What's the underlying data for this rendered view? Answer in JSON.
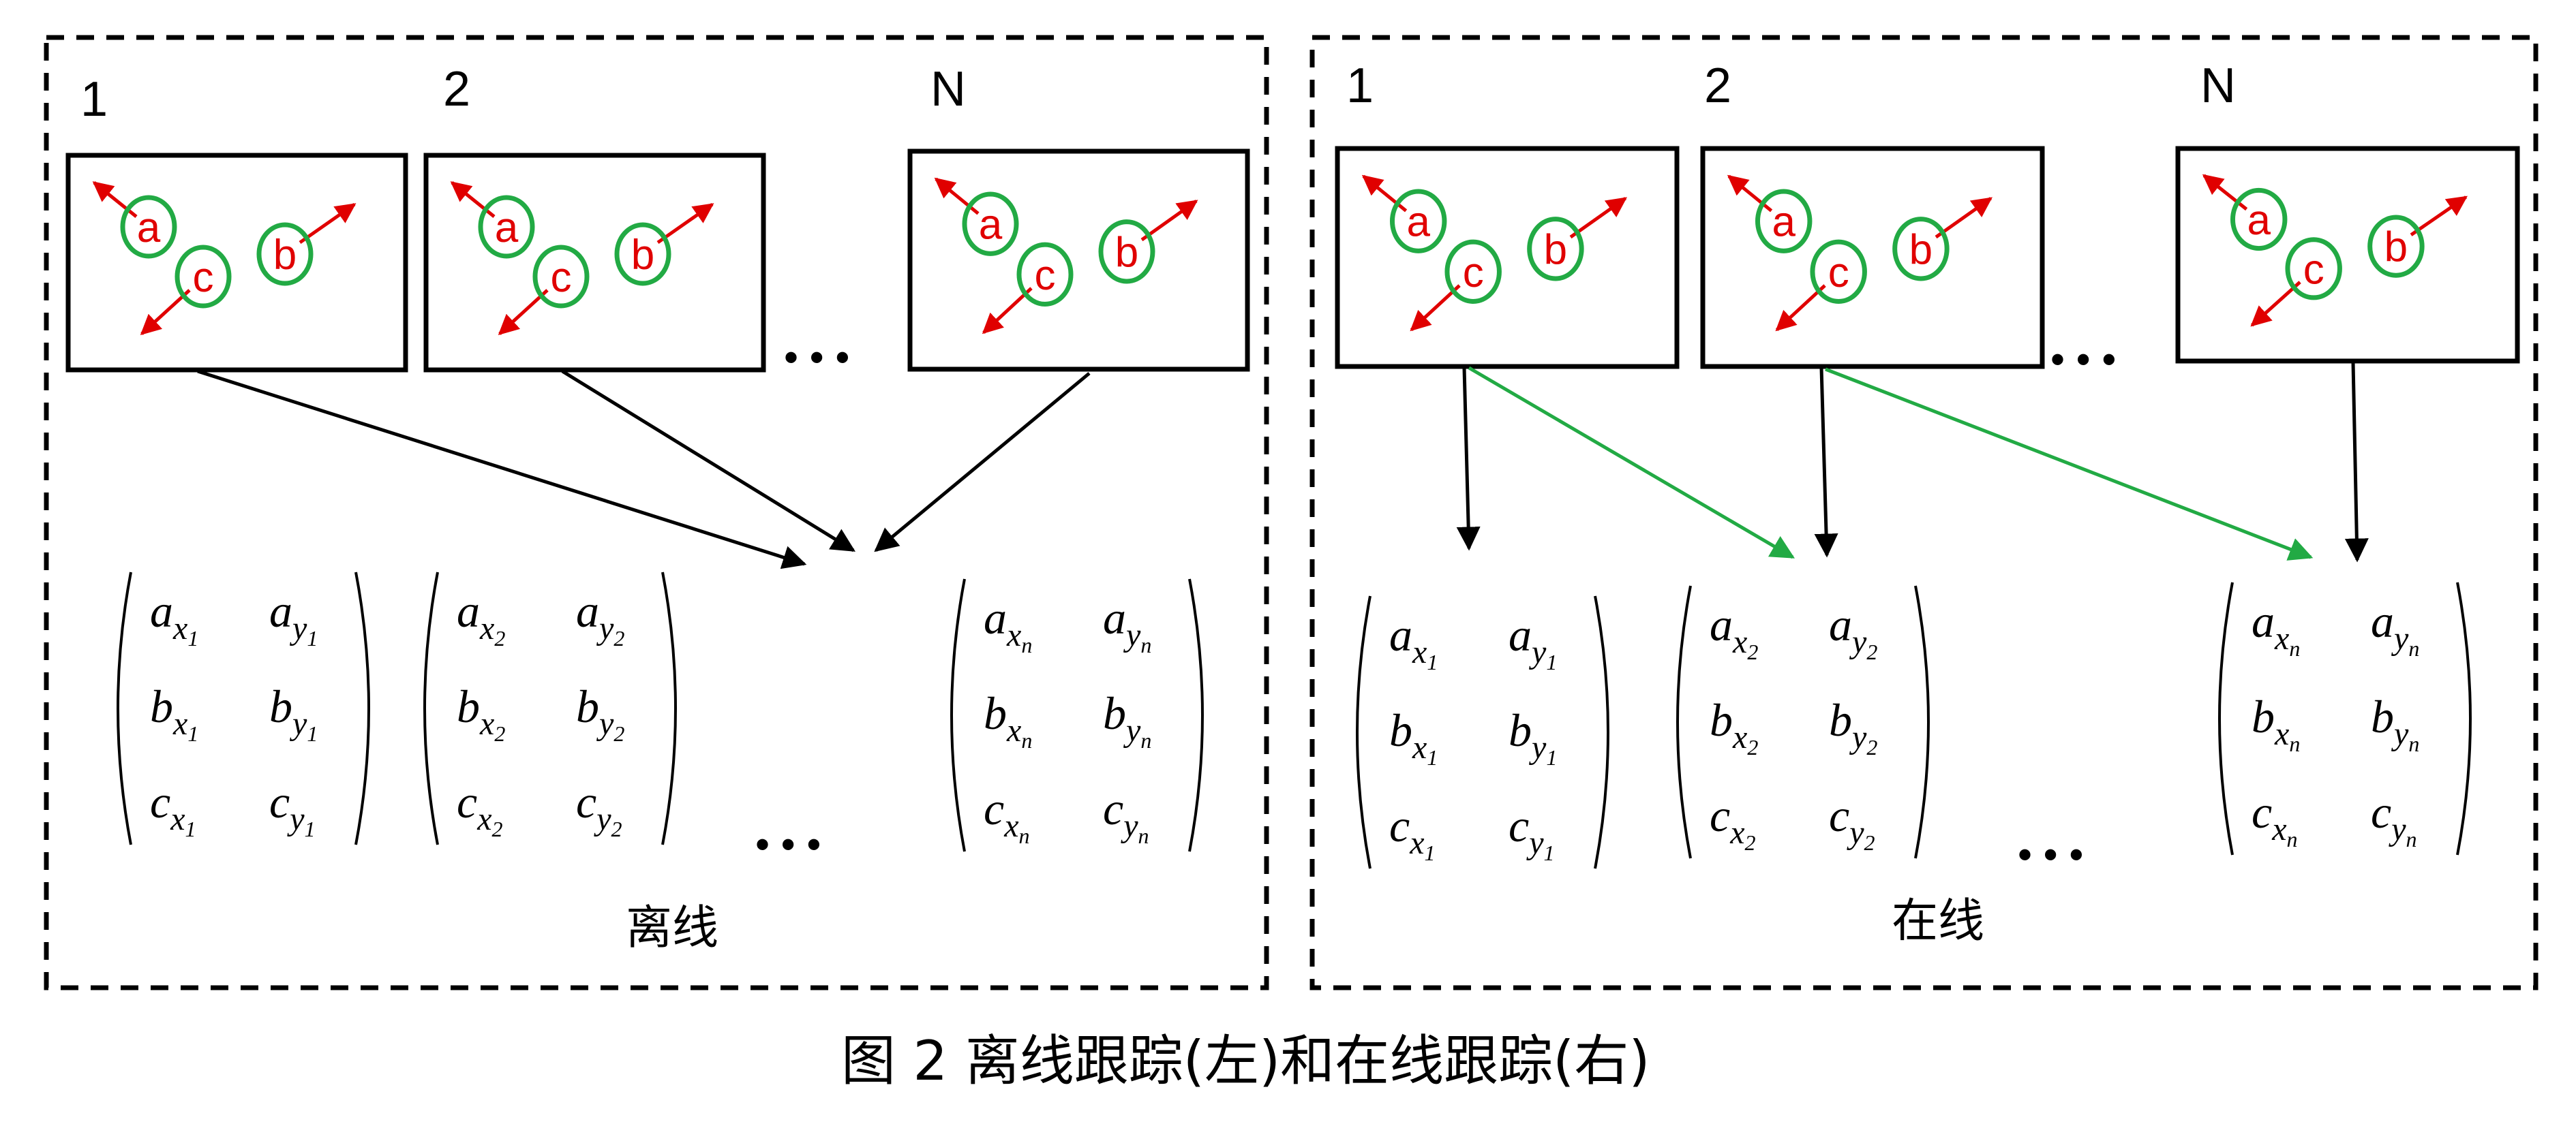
{
  "colors": {
    "point_label": "#e00000",
    "point_ring": "#22aa44",
    "motion_arrow": "#e00000",
    "link_black": "#000000",
    "link_green": "#22aa44"
  },
  "offline": {
    "frame_labels": [
      "1",
      "2",
      "N"
    ],
    "ellipsis": "• • •",
    "matrix_ellipsis": "• • •",
    "caption": "离线",
    "matrix_subscripts": [
      "1",
      "2",
      "n"
    ]
  },
  "online": {
    "frame_labels": [
      "1",
      "2",
      "N"
    ],
    "ellipsis": "• • •",
    "matrix_ellipsis": "• • •",
    "caption": "在线",
    "matrix_subscripts": [
      "1",
      "2",
      "n"
    ]
  },
  "points": {
    "a": "a",
    "b": "b",
    "c": "c"
  },
  "matrix_bases": [
    "a",
    "b",
    "c"
  ],
  "axis_names": [
    "x",
    "y"
  ],
  "figure_caption": "图 2 离线跟踪(左)和在线跟踪(右)"
}
